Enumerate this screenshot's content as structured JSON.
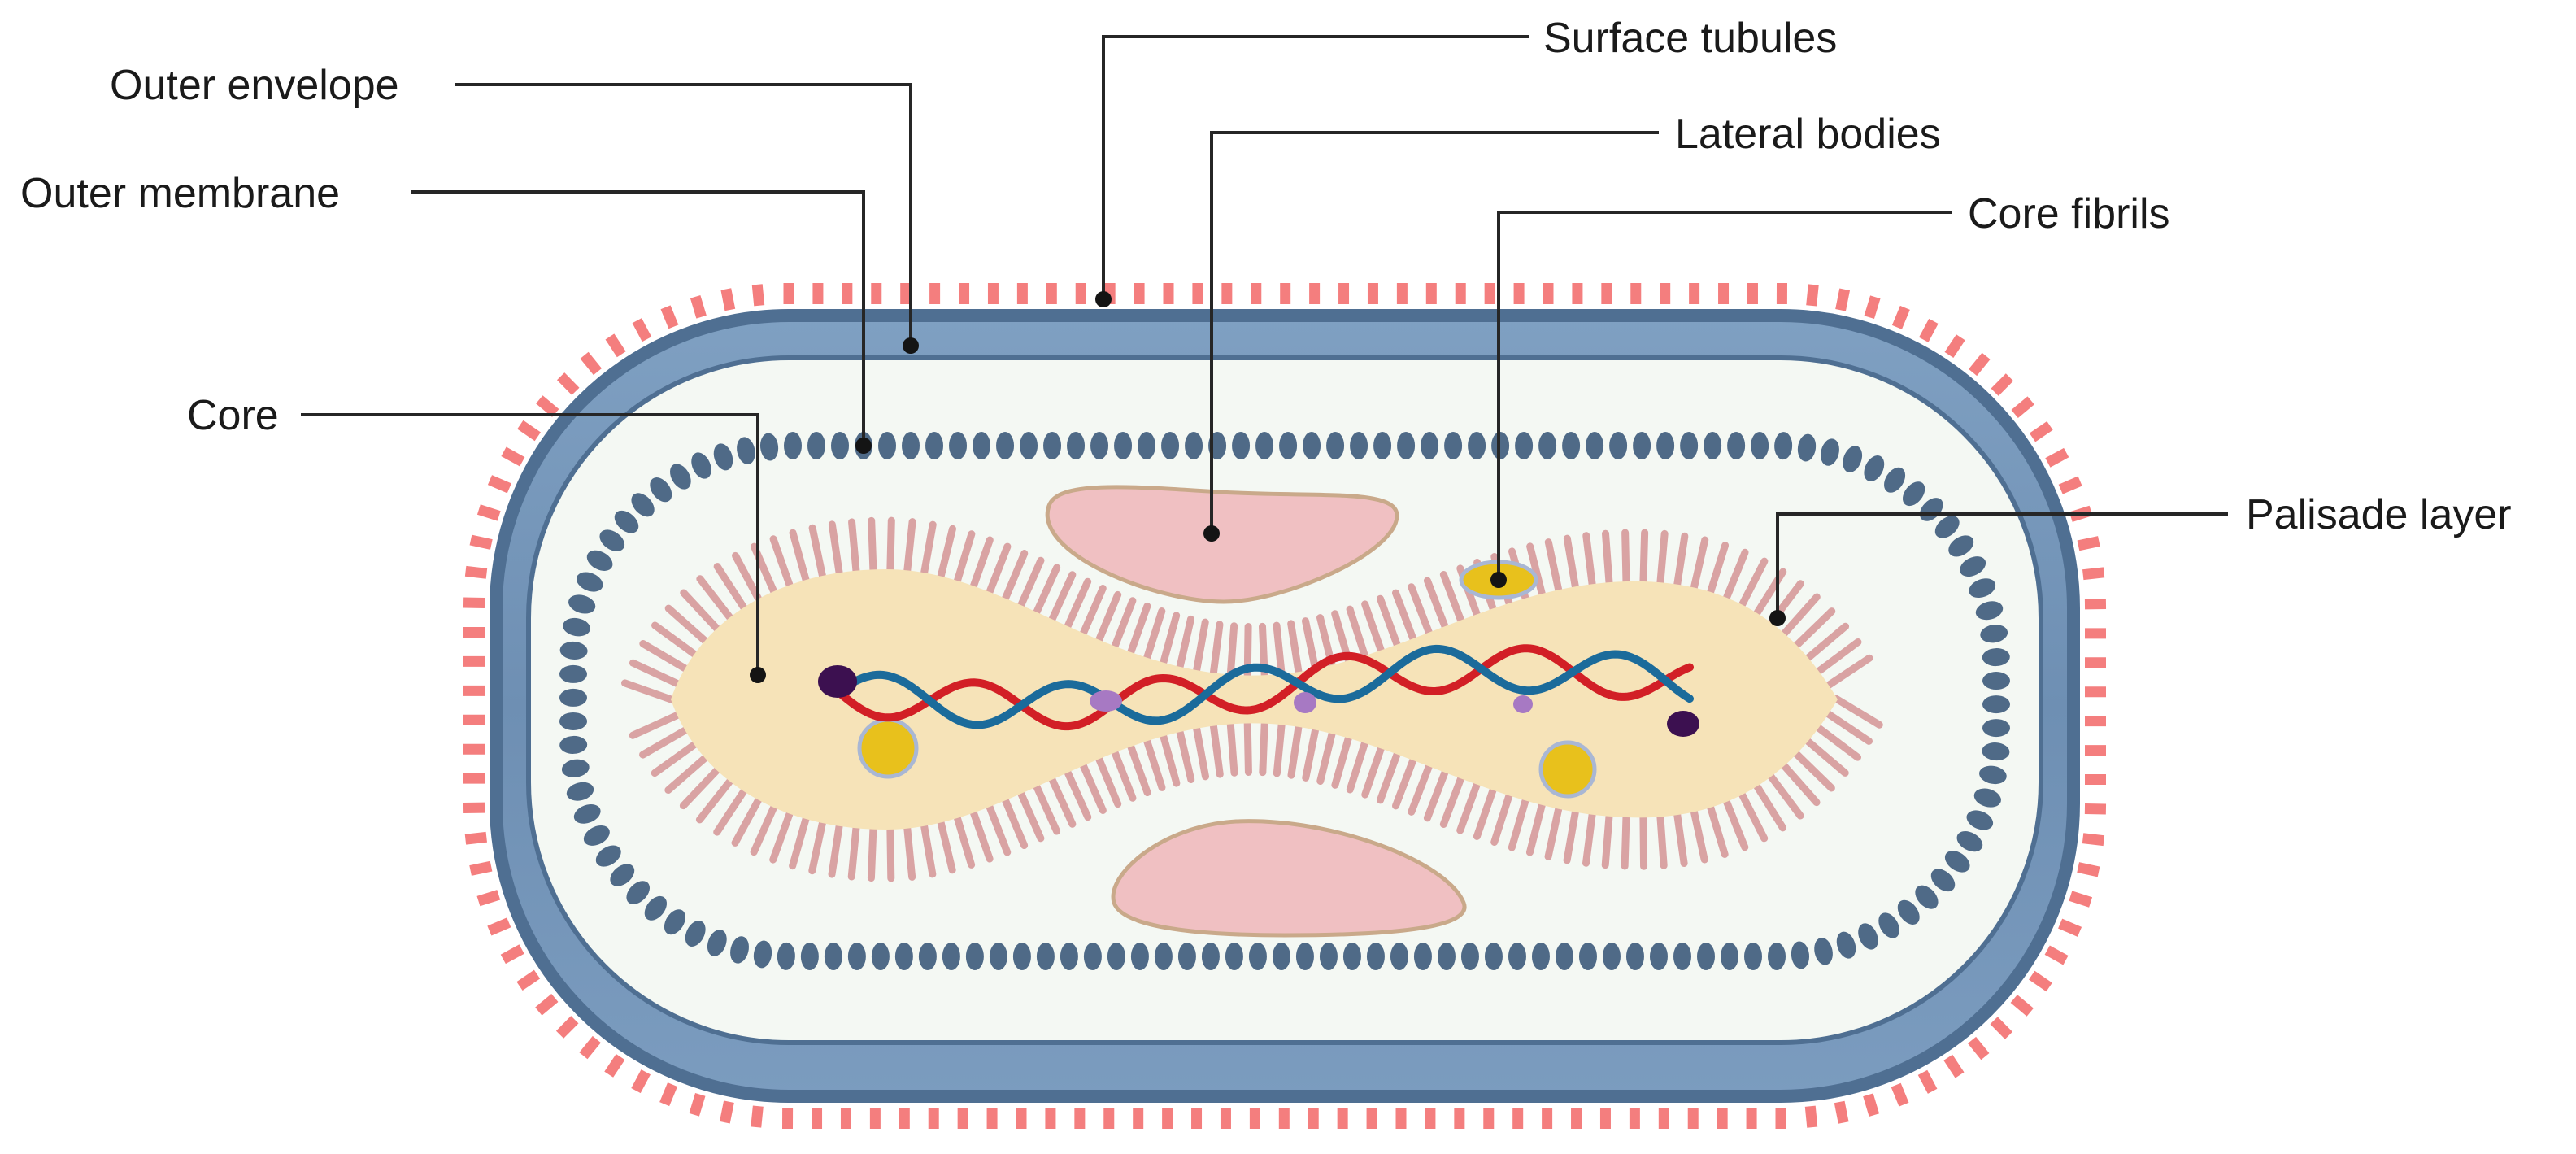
{
  "colors": {
    "surface_tubules": "#f47e7e",
    "outer_envelope": "#6e8fb3",
    "outer_envelope_dark": "#4f6f92",
    "outer_membrane": "#4f6a87",
    "cytoplasm": "#f4f8f3",
    "core": "#f6e3b8",
    "palisade": "#d9a3a3",
    "lateral_bodies": "#f0c0c2",
    "lateral_bodies_border": "#c9a98a",
    "dna_strand_a": "#d21f26",
    "dna_strand_b": "#1b6b9b",
    "core_fibril": "#e8c11c",
    "core_fibril_border": "#a9b7d4",
    "protein_dark": "#3c1050",
    "protein_light": "#a779c3"
  },
  "labels": {
    "surface_tubules": "Surface tubules",
    "outer_envelope": "Outer envelope",
    "lateral_bodies": "Lateral bodies",
    "outer_membrane": "Outer membrane",
    "core_fibrils": "Core fibrils",
    "core": "Core",
    "palisade_layer": "Palisade layer"
  }
}
